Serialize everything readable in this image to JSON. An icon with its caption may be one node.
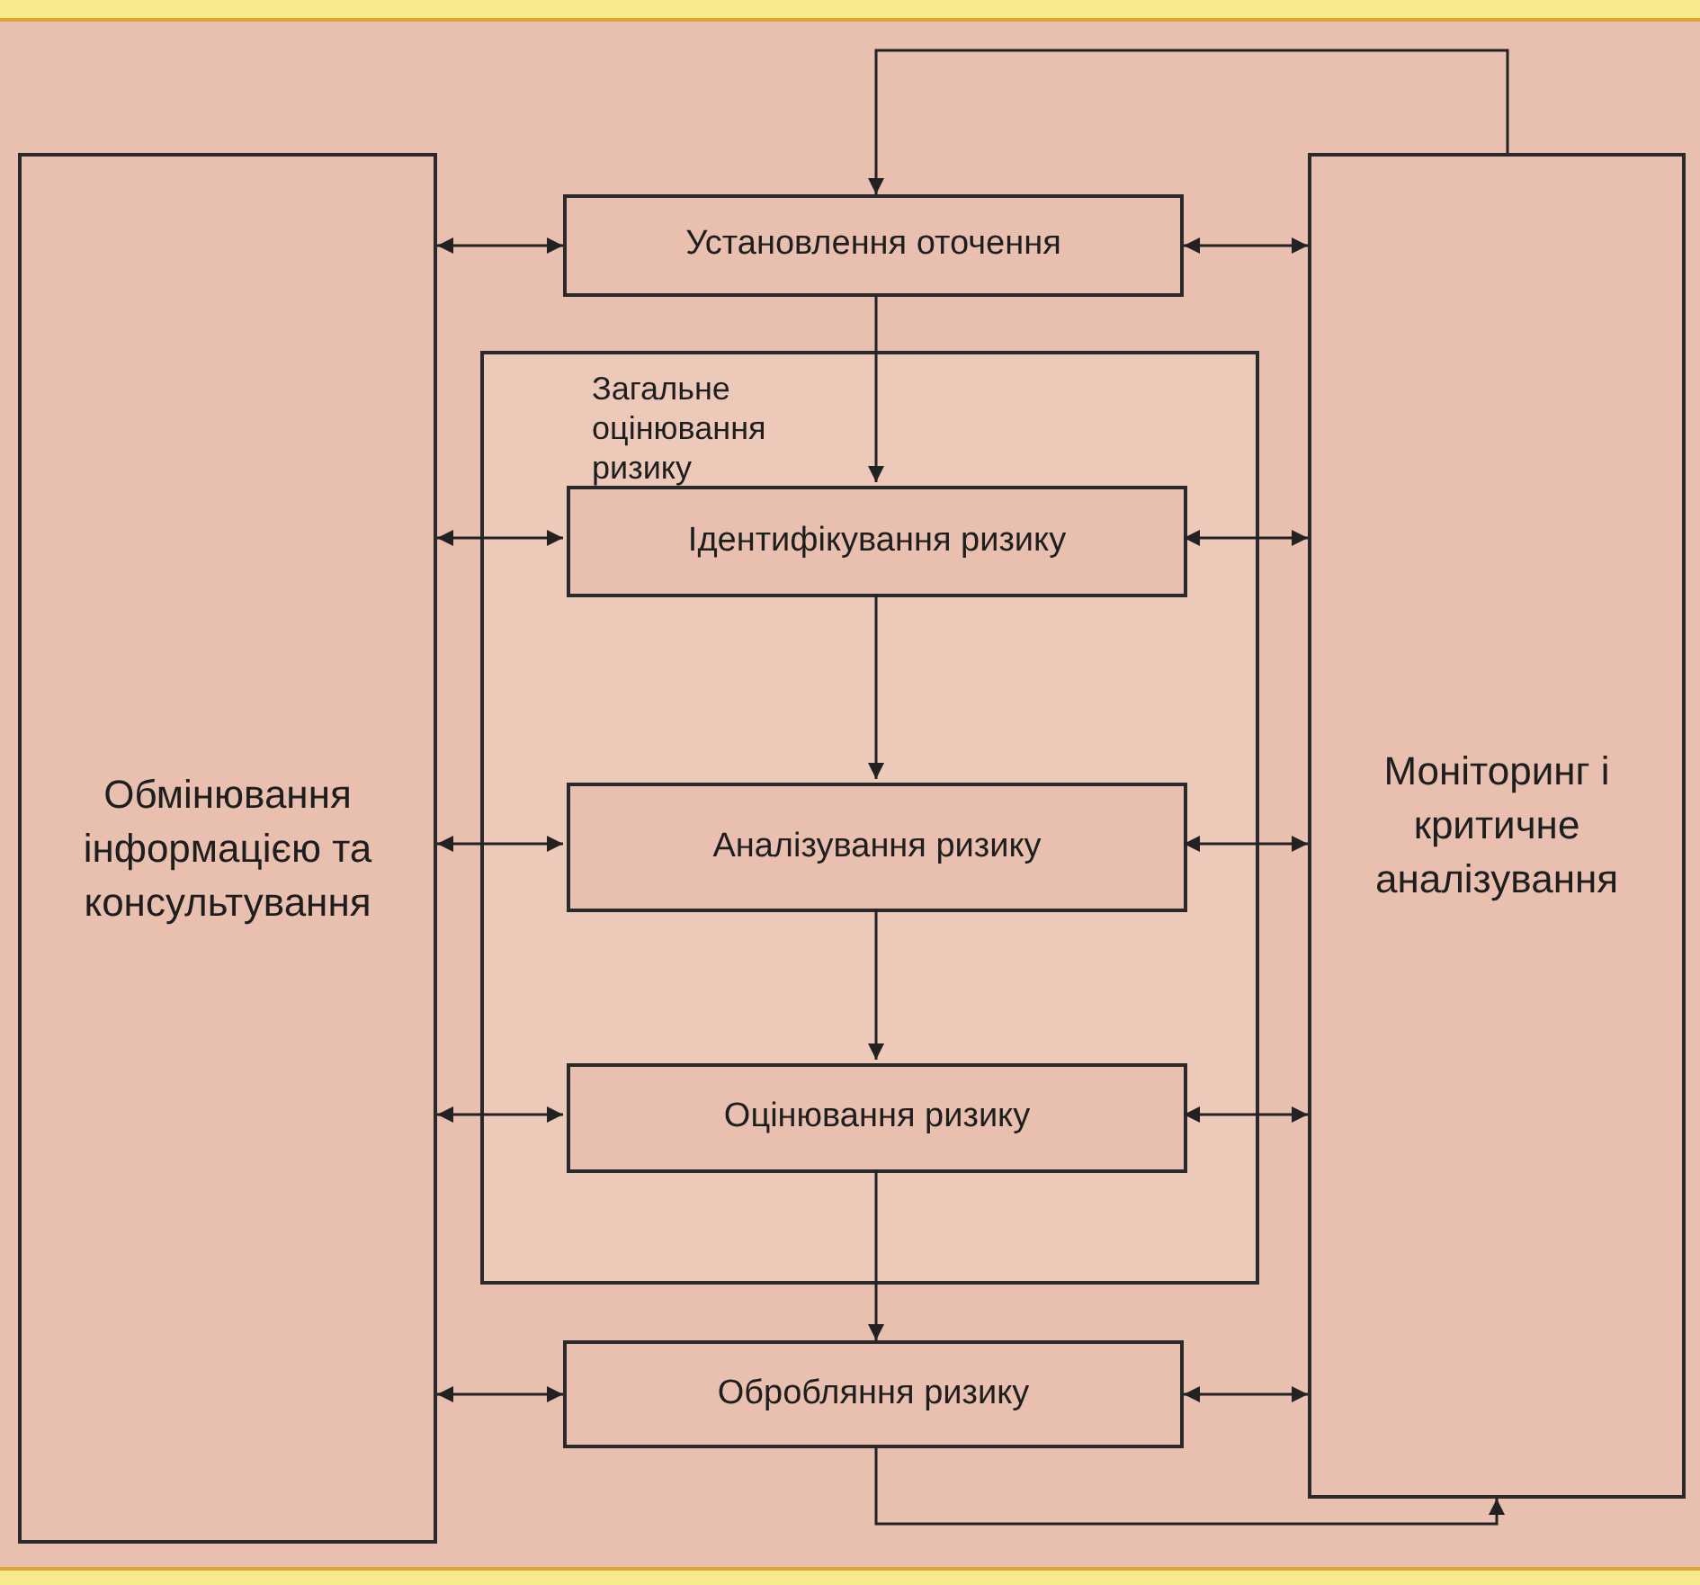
{
  "diagram": {
    "nodes": [
      {
        "text": [
          "Обмінювання інформацією та консультування"
        ]
      },
      {
        "text": [
          "Моніторинг і критичне аналізування"
        ]
      },
      {
        "text": [
          "Установлення оточення"
        ]
      },
      {
        "text": [
          "Загальне оцінювання ризику"
        ]
      },
      {
        "text": [
          "Ідентифікування ризику"
        ],
        "in": 3
      },
      {
        "text": [
          "Аналізування ризику"
        ],
        "in": 3
      },
      {
        "text": [
          "Оцінювання ризику"
        ],
        "in": 3
      },
      {
        "text": [
          "Обробляння ризику"
        ]
      }
    ],
    "edges": [
      {
        "from": 0,
        "to": 2,
        "arrow": "both"
      },
      {
        "from": 0,
        "to": 4,
        "arrow": "both"
      },
      {
        "from": 0,
        "to": 5,
        "arrow": "both"
      },
      {
        "from": 0,
        "to": 6,
        "arrow": "both"
      },
      {
        "from": 0,
        "to": 7,
        "arrow": "both"
      },
      {
        "from": 1,
        "to": 2,
        "arrow": "both"
      },
      {
        "from": 1,
        "to": 4,
        "arrow": "both"
      },
      {
        "from": 1,
        "to": 5,
        "arrow": "both"
      },
      {
        "from": 1,
        "to": 6,
        "arrow": "both"
      },
      {
        "from": 1,
        "to": 7,
        "arrow": "both"
      },
      {
        "from": 2,
        "to": 4,
        "arrow": "to"
      },
      {
        "from": 4,
        "to": 5,
        "arrow": "to"
      },
      {
        "from": 5,
        "to": 6,
        "arrow": "to"
      },
      {
        "from": 6,
        "to": 7,
        "arrow": "to"
      },
      {
        "from": 1,
        "to": 2,
        "arrow": "to"
      },
      {
        "from": 7,
        "to": 1,
        "arrow": "to"
      }
    ]
  }
}
